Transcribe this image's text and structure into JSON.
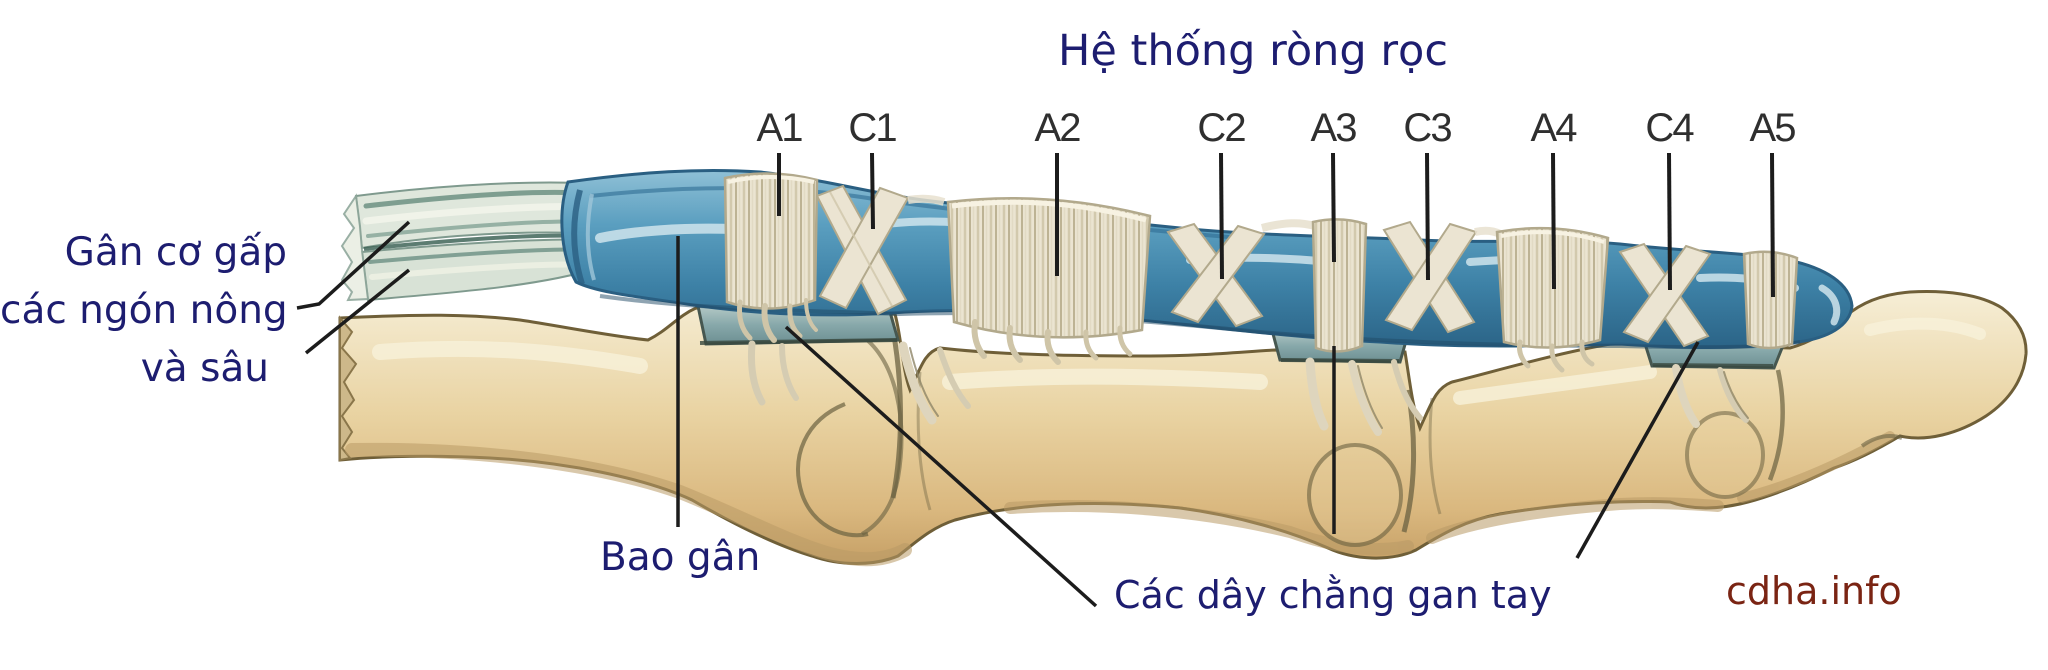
{
  "title": "Hệ thống ròng rọc",
  "pulley_labels": [
    {
      "label": "A1"
    },
    {
      "label": "C1"
    },
    {
      "label": "A2"
    },
    {
      "label": "C2"
    },
    {
      "label": "A3"
    },
    {
      "label": "C3"
    },
    {
      "label": "A4"
    },
    {
      "label": "C4"
    },
    {
      "label": "A5"
    }
  ],
  "annotations": {
    "flexor_tendons": {
      "lines": [
        "Gân cơ gấp",
        "các ngón nông",
        "và sâu"
      ]
    },
    "tendon_sheath": {
      "text": "Bao gân"
    },
    "palmar_ligaments": {
      "text": "Các dây chằng gan tay"
    }
  },
  "watermark": {
    "text": "cdha.info"
  },
  "colors": {
    "label_navy": "#1d1d70",
    "pulley_gray": "#2f2f2f",
    "watermark_red": "#7a2413",
    "line_black": "#1c1c1c",
    "sheath_blue": "#4289ae",
    "sheath_blue_dark": "#2a5f82",
    "bone_tan": "#e6cf9d",
    "bone_outline": "#6f5f38",
    "pulley_cream": "#ebe4d2",
    "plate_gray": "#86a7a9",
    "tendon_teal": "#78a092",
    "background": "#ffffff"
  }
}
